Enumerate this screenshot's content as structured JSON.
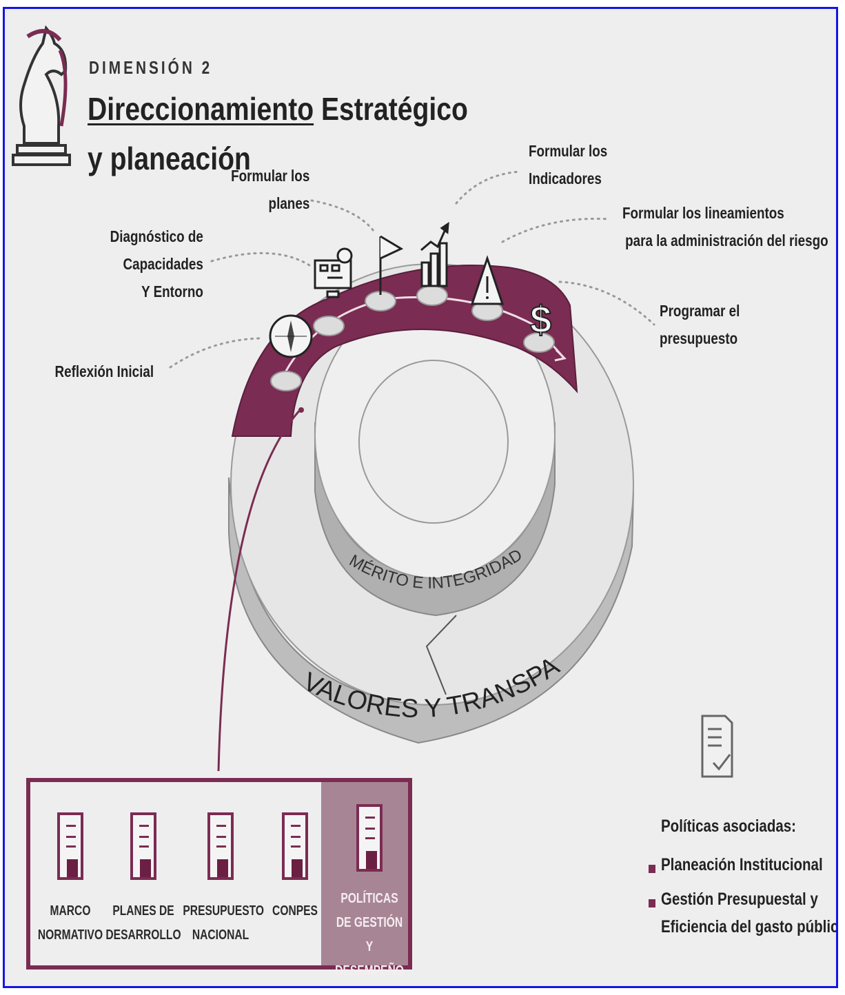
{
  "header": {
    "dimension_label": "DIMENSIÓN 2",
    "title_underlined": "Direccionamiento",
    "title_rest": " Estratégico",
    "title_line2": "y planeación"
  },
  "steps": [
    {
      "id": "reflexion",
      "lines": [
        "Reflexión Inicial"
      ]
    },
    {
      "id": "diagnostico",
      "lines": [
        "Diagnóstico de",
        "Capacidades",
        "Y Entorno"
      ]
    },
    {
      "id": "planes",
      "lines": [
        "Formular los",
        "planes"
      ]
    },
    {
      "id": "indicadores",
      "lines": [
        "Formular los",
        "Indicadores"
      ]
    },
    {
      "id": "riesgo",
      "lines": [
        "Formular los lineamientos",
        "para la administración del riesgo"
      ]
    },
    {
      "id": "presupuesto",
      "lines": [
        "Programar el",
        "presupuesto"
      ]
    }
  ],
  "rings": {
    "inner_text": "MÉRITO   E   INTEGRIDAD",
    "outer_text": "VALORES    Y    TRANSPARENCIA"
  },
  "bottom_box": {
    "items": [
      {
        "lines": [
          "MARCO",
          "NORMATIVO"
        ]
      },
      {
        "lines": [
          "PLANES DE",
          "DESARROLLO"
        ]
      },
      {
        "lines": [
          "PRESUPUESTO",
          "NACIONAL"
        ]
      },
      {
        "lines": [
          "CONPES"
        ]
      },
      {
        "lines": [
          "POLÍTICAS",
          "DE GESTIÓN",
          "Y DESEMPEÑO"
        ],
        "highlighted": true
      }
    ]
  },
  "legend": {
    "title": "Políticas asociadas:",
    "items": [
      {
        "lines": [
          "Planeación Institucional"
        ]
      },
      {
        "lines": [
          "Gestión Presupuestal y",
          "Eficiencia del gasto público"
        ]
      }
    ]
  },
  "colors": {
    "accent": "#7a2c52",
    "accent_light": "#a88595",
    "frame": "#1414e6",
    "background": "#eeeeee",
    "ring_gray": "#bdbdbd"
  },
  "icons": [
    "knight-chess-icon",
    "compass-icon",
    "org-chart-icon",
    "flag-icon",
    "growth-chart-icon",
    "warning-icon",
    "dollar-icon",
    "checklist-document-icon"
  ]
}
